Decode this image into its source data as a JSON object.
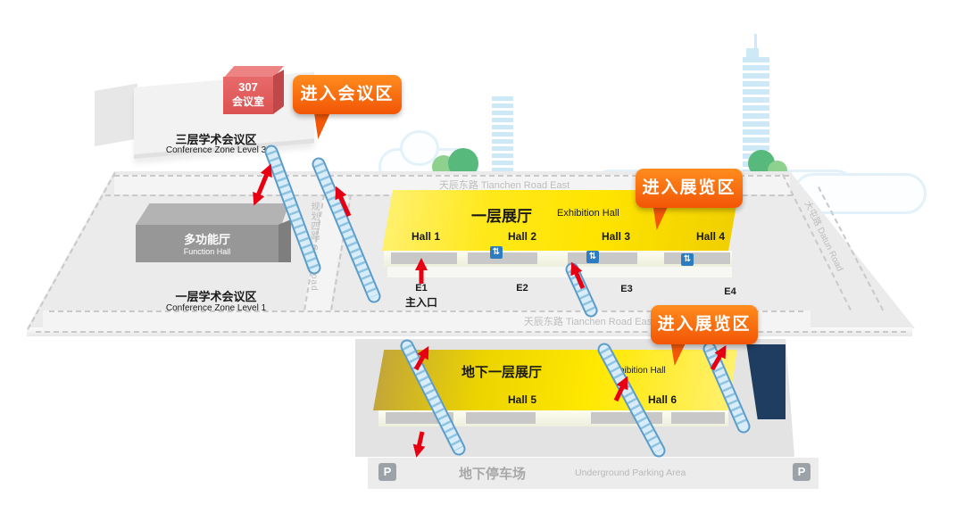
{
  "map": {
    "callouts": {
      "enter_conference": "进入会议区",
      "enter_exhibition_upper": "进入展览区",
      "enter_exhibition_lower": "进入展览区"
    },
    "conference": {
      "room307_line1": "307",
      "room307_line2": "会议室",
      "level3_zh": "三层学术会议区",
      "level3_en": "Conference Zone Level 3",
      "function_zh": "多功能厅",
      "function_en": "Function Hall",
      "level1_zh": "一层学术会议区",
      "level1_en": "Conference Zone Level 1"
    },
    "exhibition_l1": {
      "title_zh": "一层展厅",
      "title_en": "Exhibition Hall",
      "halls": [
        "Hall 1",
        "Hall 2",
        "Hall 3",
        "Hall 4"
      ]
    },
    "exhibition_b1": {
      "title_zh": "地下一层展厅",
      "title_en": "Exhibition Hall",
      "halls": [
        "Hall 5",
        "Hall 6"
      ]
    },
    "entrances": {
      "e1": "E1",
      "e1_sub": "主入口",
      "e2": "E2",
      "e3": "E3",
      "e4": "E4"
    },
    "roads": {
      "tianchen_top": "天辰东路 Tianchen Road East",
      "tianchen_bottom": "天辰东路 Tianchen Road East",
      "city": "规划四路 City Road",
      "datun": "大屯路 Datun Road"
    },
    "parking": {
      "zh": "地下停车场",
      "en": "Underground Parking Area",
      "icon": "P"
    },
    "icons": {
      "escalator": "⇅"
    },
    "colors": {
      "callout_orange": "#f25505",
      "arrow_red": "#e60012",
      "hall_yellow": "#ffe400",
      "navy": "#1e3d60"
    }
  }
}
